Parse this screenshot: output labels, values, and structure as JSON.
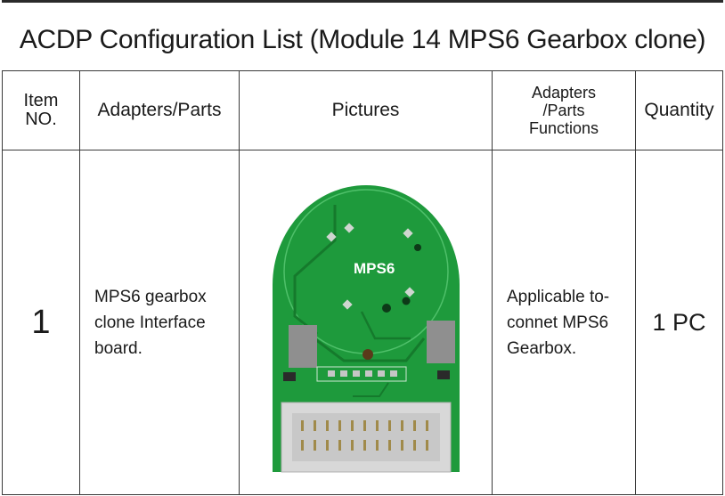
{
  "title": "ACDP Configuration List (Module 14 MPS6 Gearbox clone)",
  "table": {
    "headers": {
      "item_no": "Item\nNO.",
      "adapters_parts": "Adapters/Parts",
      "pictures": "Pictures",
      "functions": "Adapters\n/Parts\nFunctions",
      "quantity": "Quantity"
    },
    "rows": [
      {
        "item_no": "1",
        "adapters_parts": "MPS6 gearbox\nclone Interface\nboard.",
        "board_label": "MPS6",
        "functions": "Applicable to-\nconnet MPS6\nGearbox.",
        "quantity": "1 PC"
      }
    ]
  },
  "colors": {
    "pcb_green": "#1e9a3c",
    "pcb_trace": "#157a2c",
    "connector_gray": "#d8d8d8",
    "border": "#3a3a3a"
  },
  "icons": [
    "mps6-pcb-board-image"
  ]
}
